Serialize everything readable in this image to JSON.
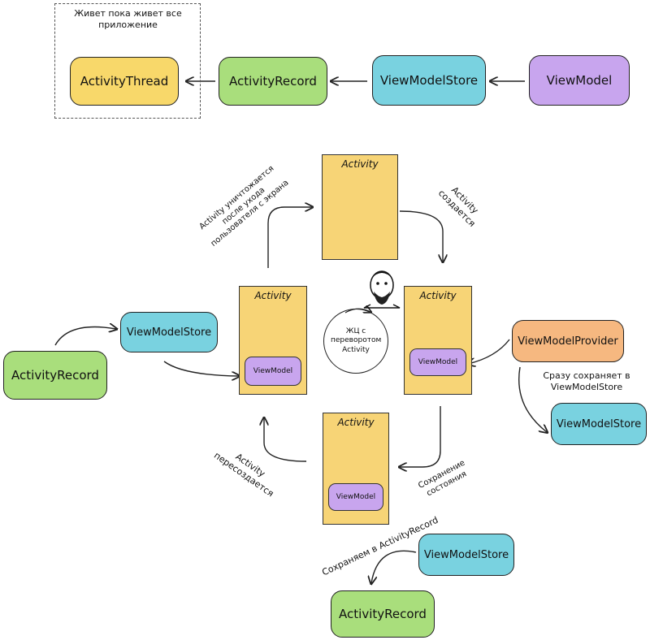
{
  "top_frame": {
    "note": "Живет пока живет все приложение"
  },
  "top_row": {
    "activity_thread": "ActivityThread",
    "activity_record": "ActivityRecord",
    "view_model_store": "ViewModelStore",
    "view_model": "ViewModel"
  },
  "cycle": {
    "top_activity": "Activity",
    "left_activity": "Activity",
    "right_activity": "Activity",
    "bottom_activity": "Activity",
    "left_view_model": "ViewModel",
    "right_view_model": "ViewModel",
    "bottom_view_model": "ViewModel",
    "center_note": "ЖЦ с переворотом Activity",
    "destroyed_note": "Activity уничтожается после ухода пользователя с экрана",
    "created_note": "Activity создается",
    "saved_note": "Сохранение состояния",
    "recreated_note": "Activity пересоздается"
  },
  "left_side": {
    "activity_record": "ActivityRecord",
    "view_model_store": "ViewModelStore"
  },
  "right_side": {
    "provider": "ViewModelProvider",
    "provider_note": "Сразу сохраняет в ViewModelStore",
    "view_model_store": "ViewModelStore"
  },
  "bottom_side": {
    "save_note": "Сохраняем в ActivityRecord",
    "view_model_store": "ViewModelStore",
    "activity_record": "ActivityRecord"
  },
  "colors": {
    "yellow": "#f8d86a",
    "green": "#a9de7c",
    "blue": "#79d2e0",
    "purple": "#c8a5ee",
    "orange": "#f6b880"
  },
  "icons": [
    "arrow-icon",
    "cycle-arrow-icon",
    "portrait-icon"
  ]
}
